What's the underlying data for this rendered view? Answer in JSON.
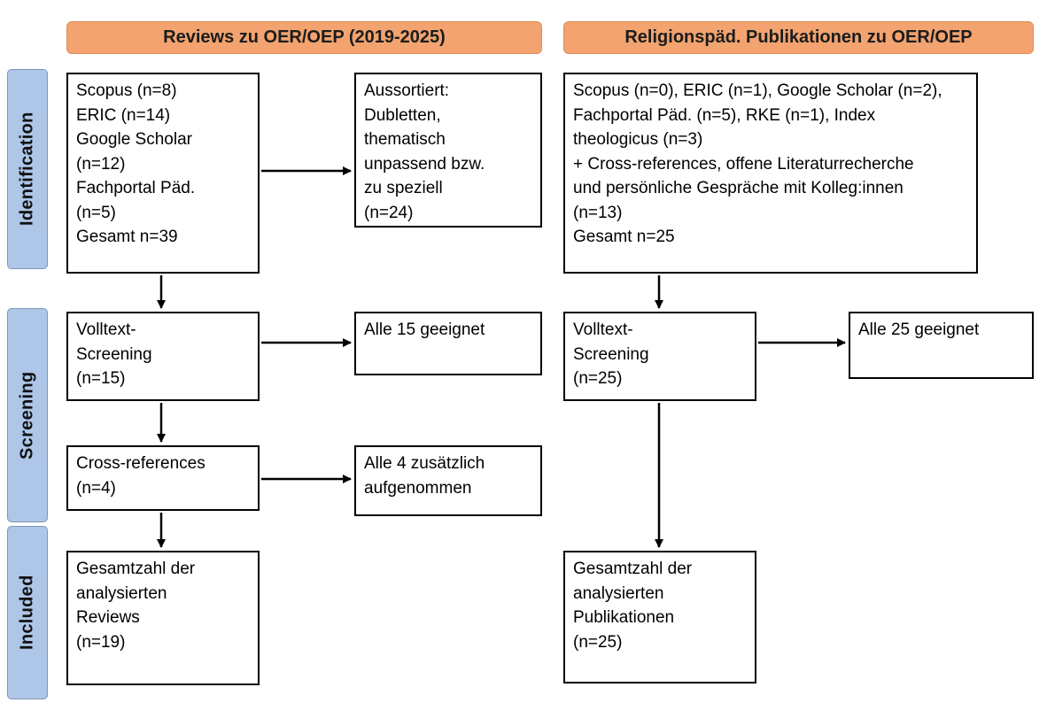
{
  "headers": {
    "left": "Reviews zu OER/OEP (2019-2025)",
    "right": "Religionspäd. Publikationen zu OER/OEP"
  },
  "stages": {
    "identification": "Identification",
    "screening": "Screening",
    "included": "Included"
  },
  "left_flow": {
    "sources": "Scopus (n=8)\nERIC (n=14)\nGoogle Scholar\n(n=12)\nFachportal Päd.\n(n=5)\nGesamt n=39",
    "excluded": "Aussortiert:\nDubletten,\nthematisch\nunpassend bzw.\nzu speziell\n(n=24)",
    "fulltext_screening": "Volltext-\nScreening\n(n=15)",
    "fulltext_result": "Alle 15 geeignet",
    "cross_references": "Cross-references\n(n=4)",
    "cross_references_result": "Alle 4 zusätzlich\naufgenommen",
    "total": "Gesamtzahl der\nanalysierten\nReviews\n(n=19)"
  },
  "right_flow": {
    "sources": "Scopus (n=0), ERIC (n=1), Google Scholar (n=2),\nFachportal Päd. (n=5), RKE (n=1), Index\ntheologicus (n=3)\n+ Cross-references, offene Literaturrecherche\nund persönliche Gespräche mit Kolleg:innen\n(n=13)\nGesamt n=25",
    "fulltext_screening": "Volltext-\nScreening\n(n=25)",
    "fulltext_result": "Alle 25 geeignet",
    "total": "Gesamtzahl der\nanalysierten\nPublikationen\n(n=25)"
  },
  "colors": {
    "header_fill": "#F2A36F",
    "header_border": "#E08E57",
    "stage_fill": "#AEC6E8",
    "stage_border": "#7D96B8",
    "box_border": "#000000",
    "arrow_color": "#000000"
  }
}
